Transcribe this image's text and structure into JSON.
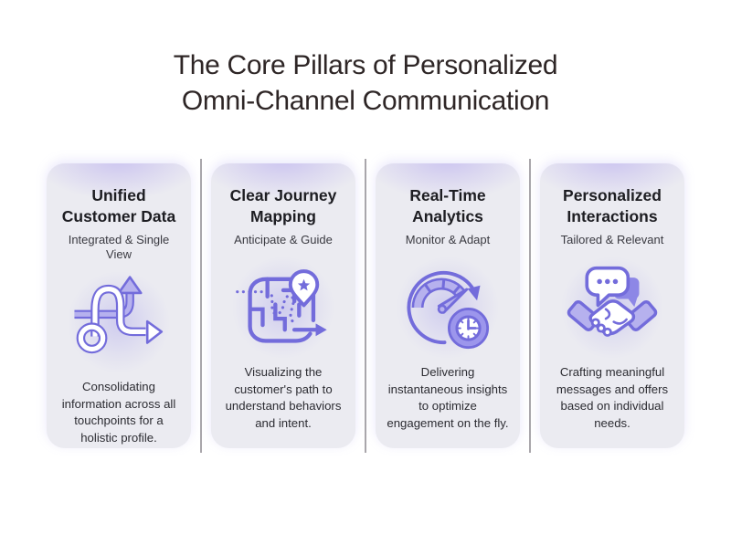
{
  "infographic": {
    "title_line1": "The Core Pillars of Personalized",
    "title_line2": "Omni-Channel Communication"
  },
  "colors": {
    "icon_stroke_purple": "#736cdb",
    "icon_light_fill": "#b6b1ee",
    "icon_bubble_purple": "#8d87e6",
    "card_background": "#ebebf1",
    "card_top_glow": "#ccc5f0",
    "divider_gray": "#a9a6ab",
    "title_text": "#2e2626",
    "body_text": "#2c2c32"
  },
  "pillars": [
    {
      "heading_line1": "Unified",
      "heading_line2": "Customer Data",
      "subheading": "Integrated & Single View",
      "icon": "tangled-arrows-icon",
      "description": "Consolidating information across all touchpoints for a holistic profile."
    },
    {
      "heading_line1": "Clear Journey",
      "heading_line2": "Mapping",
      "subheading": "Anticipate & Guide",
      "icon": "journey-maze-icon",
      "description": "Visualizing the customer's path to understand behaviors and intent."
    },
    {
      "heading_line1": "Real-Time",
      "heading_line2": "Analytics",
      "subheading": "Monitor & Adapt",
      "icon": "speedometer-clock-icon",
      "description": "Delivering instantaneous insights to optimize engagement on the fly."
    },
    {
      "heading_line1": "Personalized",
      "heading_line2": "Interactions",
      "subheading": "Tailored & Relevant",
      "icon": "handshake-chat-icon",
      "description": "Crafting meaningful messages and offers based on individual needs."
    }
  ]
}
